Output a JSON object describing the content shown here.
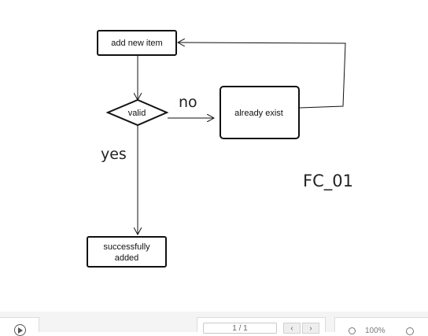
{
  "diagram": {
    "caption": "FC_01",
    "nodes": {
      "add_new_item": "add new item",
      "valid": "valid",
      "already_exist": "already exist",
      "successfully_added_line1": "successfully",
      "successfully_added_line2": "added"
    },
    "edges": {
      "no_label": "no",
      "yes_label": "yes"
    }
  },
  "toolbar": {
    "page_indicator": "1 / 1",
    "prev_icon": "chevron-left-icon",
    "next_icon": "chevron-right-icon",
    "zoom_level": "100%"
  }
}
